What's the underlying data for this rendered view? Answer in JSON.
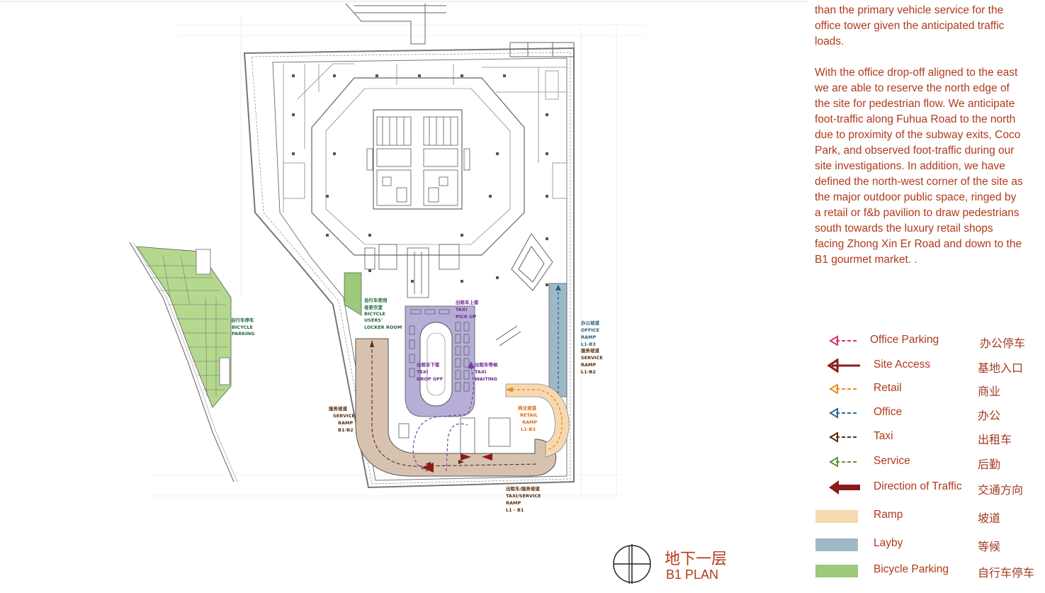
{
  "narrative": {
    "paragraph1": [
      "than the primary vehicle service for the",
      "office tower  given the anticipated traffic",
      "loads."
    ],
    "paragraph2": [
      "With the office drop-off aligned to the east",
      "we are able to reserve the north edge of",
      "the site for pedestrian flow.  We anticipate",
      "foot-traffic along Fuhua Road to the north",
      "due to proximity of the subway exits, Coco",
      "Park, and observed foot-traffic during our",
      "site investigations.  In addition, we have",
      "defined the north-west corner of the site as",
      "the major outdoor public space, ringed by",
      "a retail or f&b pavilion to draw pedestrians",
      "south towards the luxury retail shops",
      "facing Zhong Xin Er Road and down to the",
      "B1 gourmet market.  ."
    ]
  },
  "legend": [
    {
      "en": "Office Parking",
      "zh": "办公停车",
      "symbol": "dashed-arrow",
      "color": "#d6336c"
    },
    {
      "en": "Site Access",
      "zh": "基地入口",
      "symbol": "solid-arrow",
      "color": "#8b1a1a"
    },
    {
      "en": "Retail",
      "zh": "商业",
      "symbol": "dashed-arrow",
      "color": "#f08a24"
    },
    {
      "en": "Office",
      "zh": "办公",
      "symbol": "dashed-arrow",
      "color": "#2a6f8f"
    },
    {
      "en": "Taxi",
      "zh": "出租车",
      "symbol": "dashed-arrow",
      "color": "#5a2d0c"
    },
    {
      "en": "Service",
      "zh": "后勤",
      "symbol": "dashed-arrow",
      "color": "#5a9a3a"
    },
    {
      "en": "Direction of Traffic",
      "zh": "交通方向",
      "symbol": "bold-arrow",
      "color": "#8b1a1a"
    },
    {
      "en": "Ramp",
      "zh": "坡道",
      "symbol": "swatch",
      "color": "#f5d9b0"
    },
    {
      "en": "Layby",
      "zh": "等候",
      "symbol": "swatch",
      "color": "#9fb8c8"
    },
    {
      "en": "Bicycle Parking",
      "zh": "自行车停车",
      "symbol": "swatch",
      "color": "#9cc97a"
    }
  ],
  "plan_title": {
    "zh": "地下一层",
    "en": "B1 PLAN"
  },
  "plan_labels": {
    "bicycle_parking": {
      "zh": "自行车停车",
      "en": [
        "BICYCLE",
        "PARKING"
      ],
      "color": "#1f6b3a"
    },
    "bicycle_locker": {
      "zh": [
        "自行车使用",
        "者更衣室"
      ],
      "en": [
        "BICYCLE",
        "USERS'",
        "LOCKER ROOM"
      ],
      "color": "#1f6b3a"
    },
    "taxi_pickup": {
      "zh": "出租车上客",
      "en": [
        "TAXI",
        "PICK UP"
      ],
      "color": "#6b2a8f"
    },
    "taxi_dropoff": {
      "zh": "出租车下客",
      "en": [
        "TAXI",
        "DROP OFF"
      ],
      "color": "#6b2a8f"
    },
    "taxi_waiting": {
      "zh": "出租车等候",
      "en": [
        "TAXI",
        "WAITING"
      ],
      "color": "#6b2a8f"
    },
    "office_ramp": {
      "zh": "办公坡道",
      "en": [
        "OFFICE",
        "RAMP",
        "L1-B3"
      ],
      "color": "#2a5f7f"
    },
    "service_ramp_east": {
      "zh": "服务坡道",
      "en": [
        "SERVICE",
        "RAMP",
        "L1-B2"
      ],
      "color": "#5a2d0c"
    },
    "service_ramp_west": {
      "zh": "服务坡道",
      "en": [
        "SERVICE",
        "RAMP",
        "B1-B2"
      ],
      "color": "#5a2d0c"
    },
    "retail_ramp": {
      "zh": "商业坡道",
      "en": [
        "RETAIL",
        "RAMP",
        "L1-B3"
      ],
      "color": "#e06a10"
    },
    "taxi_service_ramp": {
      "zh": "出租车/服务坡道",
      "en": [
        "TAXI/SERVICE",
        "RAMP",
        "L1 - B1"
      ],
      "color": "#5a2d0c"
    }
  }
}
